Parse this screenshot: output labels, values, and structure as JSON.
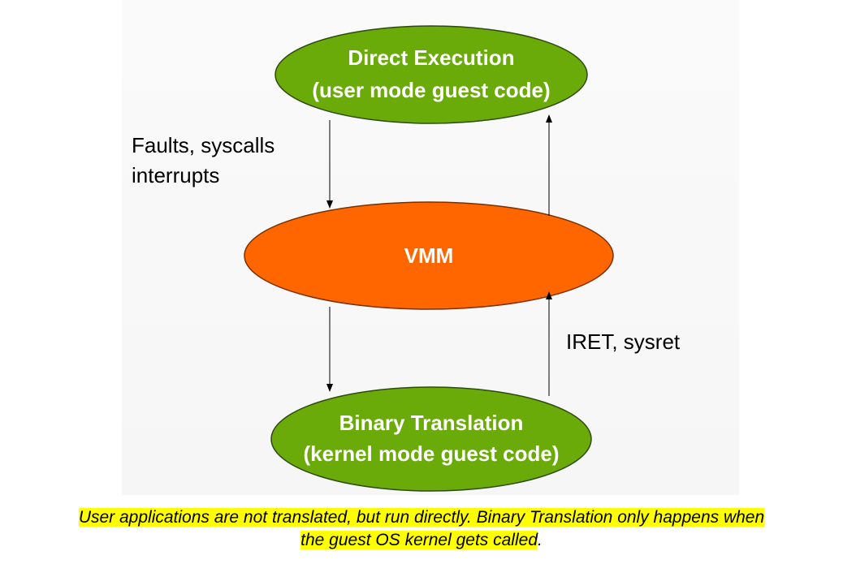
{
  "nodes": {
    "direct_execution": {
      "line1": "Direct Execution",
      "line2": "(user mode guest code)",
      "fill": "#6aaa09"
    },
    "vmm": {
      "label": "VMM",
      "fill": "#ff6600"
    },
    "binary_translation": {
      "line1": "Binary Translation",
      "line2": "(kernel mode guest code)",
      "fill": "#6aaa09"
    }
  },
  "edges": {
    "faults_label_line1": "Faults, syscalls",
    "faults_label_line2": "interrupts",
    "iret_label": "IRET, sysret"
  },
  "caption": {
    "line1": "User applications are not translated, but run directly. Binary Translation only happens when",
    "line2": "the guest OS kernel gets called",
    "line2_end": "."
  }
}
